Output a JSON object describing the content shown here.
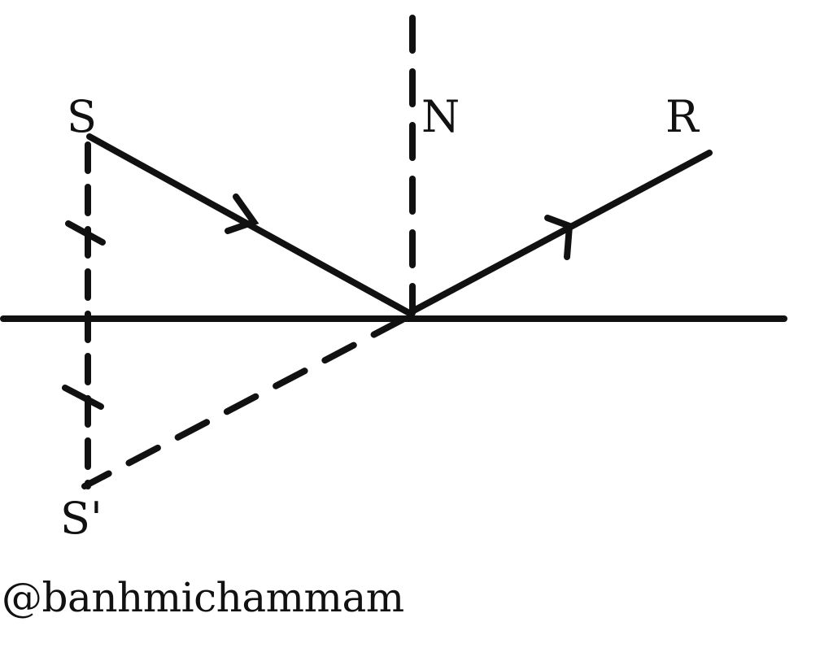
{
  "labels": {
    "source": "S",
    "normal": "N",
    "reflected": "R",
    "image": "S'"
  },
  "watermark": "@banhmichammam",
  "colors": {
    "stroke": "#111111",
    "background": "#ffffff"
  }
}
